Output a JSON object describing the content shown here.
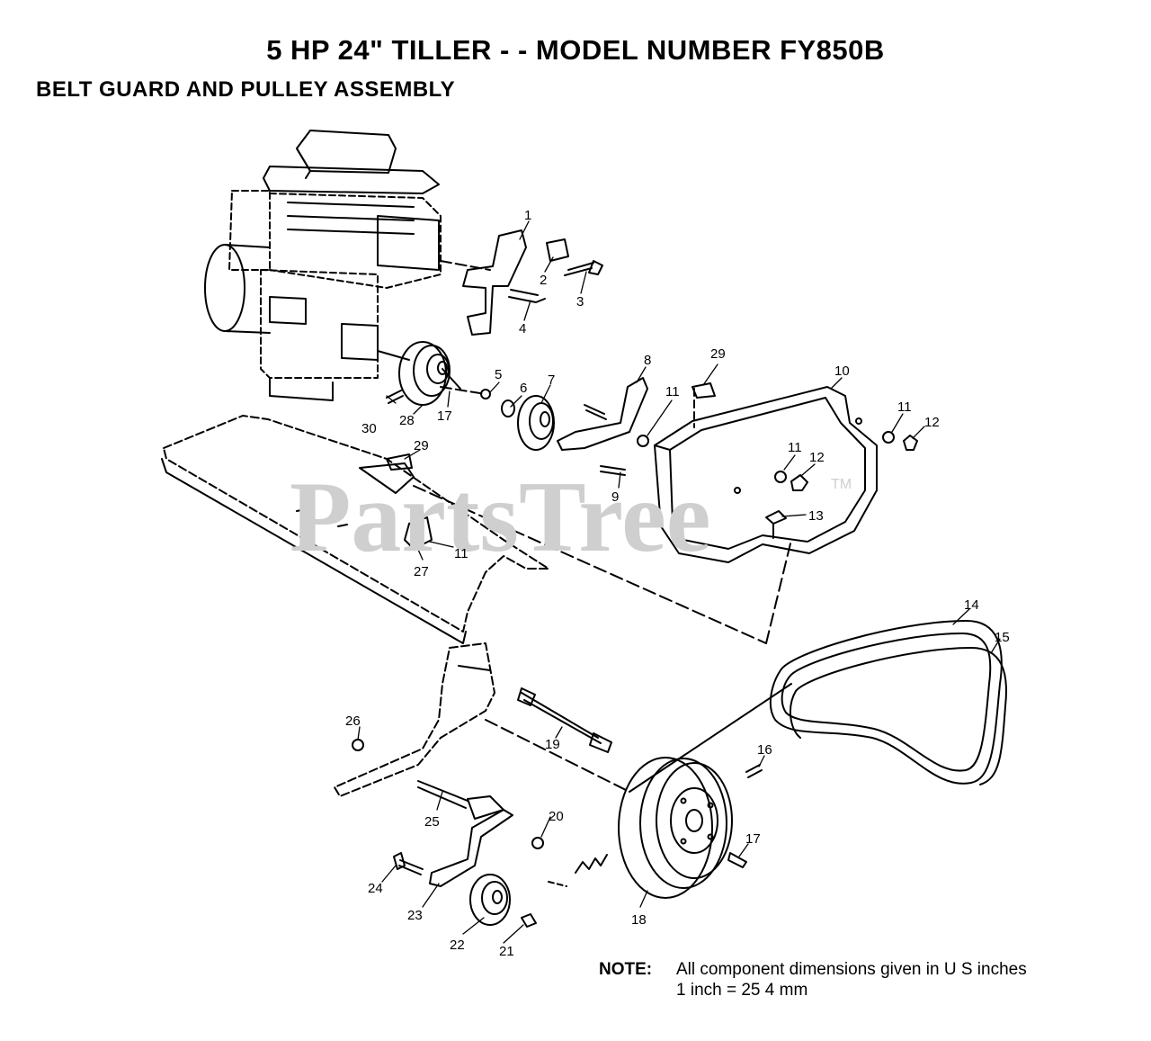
{
  "title": "5 HP 24\" TILLER - - MODEL NUMBER FY850B",
  "subtitle": "BELT GUARD AND PULLEY ASSEMBLY",
  "watermark": {
    "text": "PartsTree",
    "tm": "TM"
  },
  "note": {
    "label": "NOTE:",
    "line1": "All component dimensions given in U S  inches",
    "line2": "1 inch = 25 4 mm"
  },
  "callouts": [
    {
      "id": "c1",
      "text": "1"
    },
    {
      "id": "c2",
      "text": "2"
    },
    {
      "id": "c3",
      "text": "3"
    },
    {
      "id": "c4",
      "text": "4"
    },
    {
      "id": "c5",
      "text": "5"
    },
    {
      "id": "c6",
      "text": "6"
    },
    {
      "id": "c7",
      "text": "7"
    },
    {
      "id": "c8",
      "text": "8"
    },
    {
      "id": "c9",
      "text": "9"
    },
    {
      "id": "c10",
      "text": "10"
    },
    {
      "id": "c11a",
      "text": "11"
    },
    {
      "id": "c11b",
      "text": "11"
    },
    {
      "id": "c11c",
      "text": "11"
    },
    {
      "id": "c11d",
      "text": "11"
    },
    {
      "id": "c12a",
      "text": "12"
    },
    {
      "id": "c12b",
      "text": "12"
    },
    {
      "id": "c13",
      "text": "13"
    },
    {
      "id": "c14",
      "text": "14"
    },
    {
      "id": "c15",
      "text": "15"
    },
    {
      "id": "c16",
      "text": "16"
    },
    {
      "id": "c17a",
      "text": "17"
    },
    {
      "id": "c17b",
      "text": "17"
    },
    {
      "id": "c18",
      "text": "18"
    },
    {
      "id": "c19",
      "text": "19"
    },
    {
      "id": "c20",
      "text": "20"
    },
    {
      "id": "c21",
      "text": "21"
    },
    {
      "id": "c22",
      "text": "22"
    },
    {
      "id": "c23",
      "text": "23"
    },
    {
      "id": "c24",
      "text": "24"
    },
    {
      "id": "c25",
      "text": "25"
    },
    {
      "id": "c26",
      "text": "26"
    },
    {
      "id": "c27",
      "text": "27"
    },
    {
      "id": "c28",
      "text": "28"
    },
    {
      "id": "c29a",
      "text": "29"
    },
    {
      "id": "c29b",
      "text": "29"
    },
    {
      "id": "c30",
      "text": "30"
    }
  ]
}
